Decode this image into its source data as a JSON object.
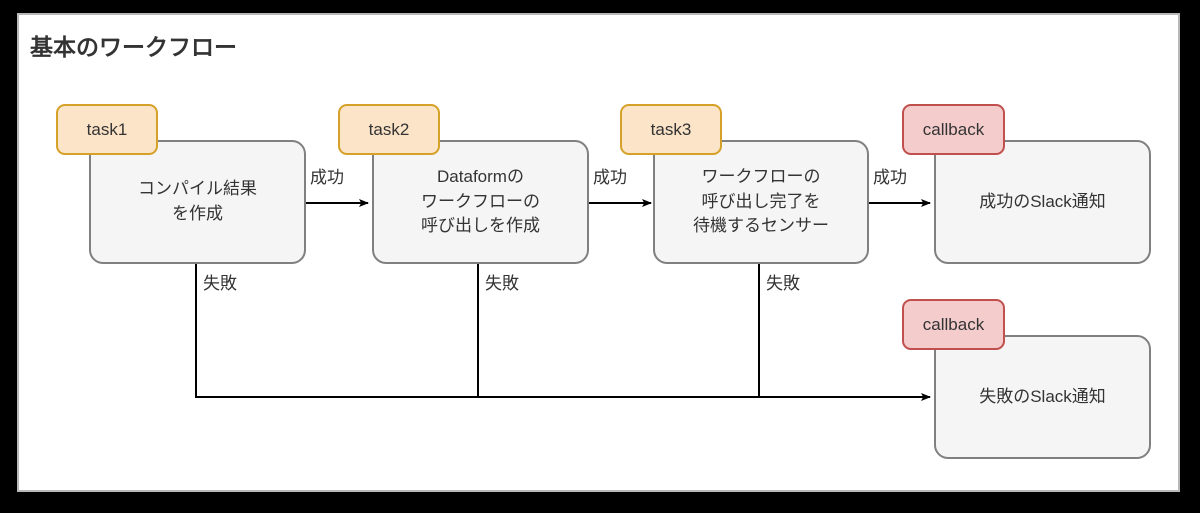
{
  "diagram": {
    "title": "基本のワークフロー",
    "background_color": "#ffffff",
    "frame_color": "#b8b8b8",
    "page_color": "#000000",
    "node_fill": "#f5f5f5",
    "node_stroke": "#808080",
    "tag_orange_fill": "#fce4c8",
    "tag_orange_stroke": "#d6a128",
    "tag_red_fill": "#f5cccc",
    "tag_red_stroke": "#c0504d",
    "edge_color": "#000000"
  },
  "nodes": [
    {
      "id": "task1",
      "tag": "task1",
      "tag_type": "orange",
      "label": "コンパイル結果\nを作成"
    },
    {
      "id": "task2",
      "tag": "task2",
      "tag_type": "orange",
      "label": "Dataformの\nワークフローの\n呼び出しを作成"
    },
    {
      "id": "task3",
      "tag": "task3",
      "tag_type": "orange",
      "label": "ワークフローの\n呼び出し完了を\n待機するセンサー"
    },
    {
      "id": "success_notify",
      "tag": "callback",
      "tag_type": "red",
      "label": "成功のSlack通知"
    },
    {
      "id": "failure_notify",
      "tag": "callback",
      "tag_type": "red",
      "label": "失敗のSlack通知"
    }
  ],
  "edges": [
    {
      "id": "e1",
      "from": "task1",
      "to": "task2",
      "label": "成功"
    },
    {
      "id": "e2",
      "from": "task2",
      "to": "task3",
      "label": "成功"
    },
    {
      "id": "e3",
      "from": "task3",
      "to": "success_notify",
      "label": "成功"
    },
    {
      "id": "e4",
      "from": "task1",
      "to": "failure_notify",
      "label": "失敗"
    },
    {
      "id": "e5",
      "from": "task2",
      "to": "failure_notify",
      "label": "失敗"
    },
    {
      "id": "e6",
      "from": "task3",
      "to": "failure_notify",
      "label": "失敗"
    }
  ]
}
